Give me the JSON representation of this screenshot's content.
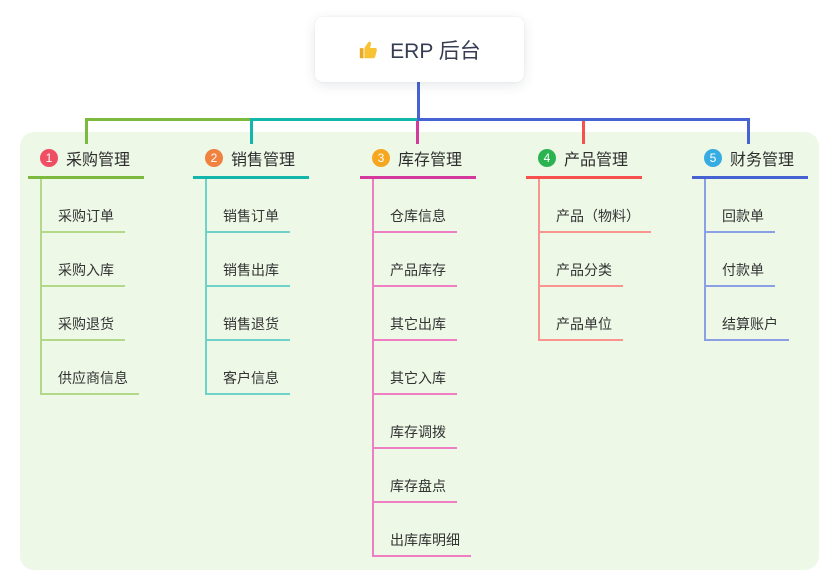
{
  "root": {
    "icon": "thumbs-up-icon",
    "label": "ERP 后台"
  },
  "branches": [
    {
      "badge": "1",
      "title": "采购管理",
      "badge_color": "#f04e63",
      "line_color": "#7cba3f",
      "sub_line_color": "#b3d88a",
      "items": [
        "采购订单",
        "采购入库",
        "采购退货",
        "供应商信息"
      ]
    },
    {
      "badge": "2",
      "title": "销售管理",
      "badge_color": "#f0813f",
      "line_color": "#13b6ab",
      "sub_line_color": "#6fd2c8",
      "items": [
        "销售订单",
        "销售出库",
        "销售退货",
        "客户信息"
      ]
    },
    {
      "badge": "3",
      "title": "库存管理",
      "badge_color": "#f7a71f",
      "line_color": "#d43a9e",
      "sub_line_color": "#ee7ec2",
      "items": [
        "仓库信息",
        "产品库存",
        "其它出库",
        "其它入库",
        "库存调拨",
        "库存盘点",
        "出库库明细"
      ]
    },
    {
      "badge": "4",
      "title": "产品管理",
      "badge_color": "#2cb351",
      "line_color": "#f6514e",
      "sub_line_color": "#f9958f",
      "items": [
        "产品（物料）",
        "产品分类",
        "产品单位"
      ]
    },
    {
      "badge": "5",
      "title": "财务管理",
      "badge_color": "#36ace2",
      "line_color": "#4762d3",
      "sub_line_color": "#8ba0e4",
      "items": [
        "回款单",
        "付款单",
        "结算账户"
      ]
    }
  ],
  "connectors": {
    "root_blue": "#4762d3",
    "green": "#7cba3f",
    "teal": "#13b6ab",
    "magenta": "#d43a9e",
    "red": "#f6514e",
    "blue": "#4762d3"
  },
  "colors": {
    "page_bg": "#ffffff",
    "panel_bg": "#edf8e7",
    "root_text": "#363d52",
    "thumb_main": "#f7c234",
    "thumb_cuff": "#e9a825"
  }
}
